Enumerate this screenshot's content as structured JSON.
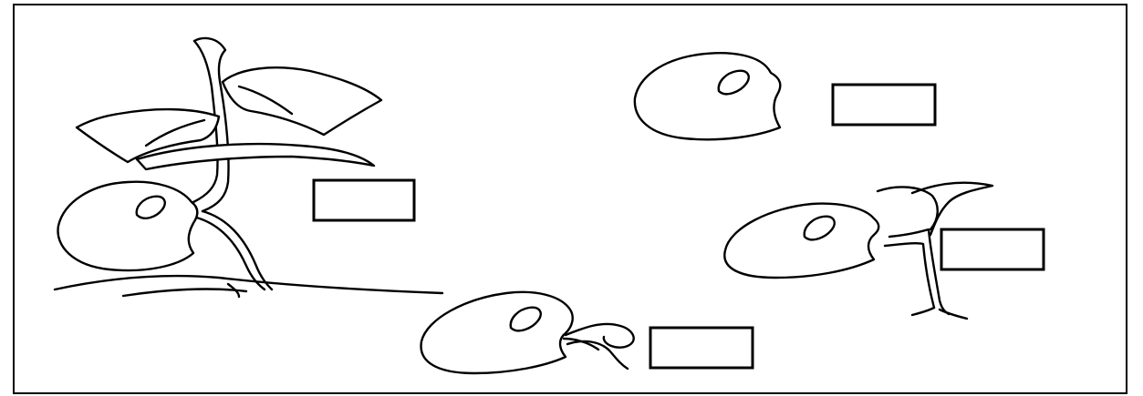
{
  "figure": {
    "stages": [
      {
        "id": "seed",
        "label": ""
      },
      {
        "id": "root-emerging",
        "label": ""
      },
      {
        "id": "shoot-emerging",
        "label": ""
      },
      {
        "id": "seedling",
        "label": ""
      }
    ]
  }
}
